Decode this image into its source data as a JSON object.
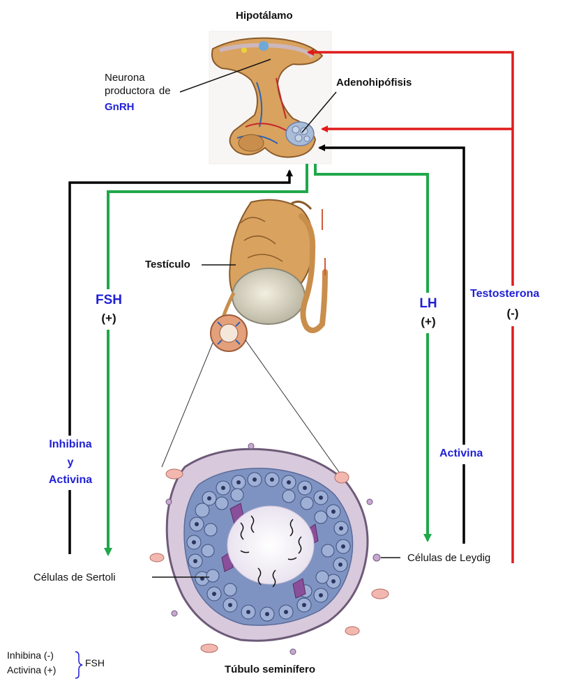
{
  "labels": {
    "hypothalamus": "Hipotálamo",
    "neuron_line1": "Neurona",
    "neuron_line2": "productora  de",
    "gnrh": "GnRH",
    "adenohypophysis": "Adenohipófisis",
    "testicle": "Testículo",
    "fsh": "FSH",
    "fsh_sign": "(+)",
    "lh": "LH",
    "lh_sign": "(+)",
    "testosterone": "Testosterona",
    "testosterone_sign": "(-)",
    "inhibina": "Inhibina",
    "y": "y",
    "activina_left": "Activina",
    "activina_right": "Activina",
    "sertoli": "Células de Sertoli",
    "leydig": "Células de Leydig",
    "tubule": "Túbulo seminífero"
  },
  "legend": {
    "inhibina": "Inhibina (-)",
    "activina": "Activina (+)",
    "target": "FSH"
  },
  "colors": {
    "stimulation": "#1fa84a",
    "testosterone_feedback": "#e01b1b",
    "inhibin_activin_feedback": "#000000",
    "hormone_text": "#1f1fd6"
  }
}
